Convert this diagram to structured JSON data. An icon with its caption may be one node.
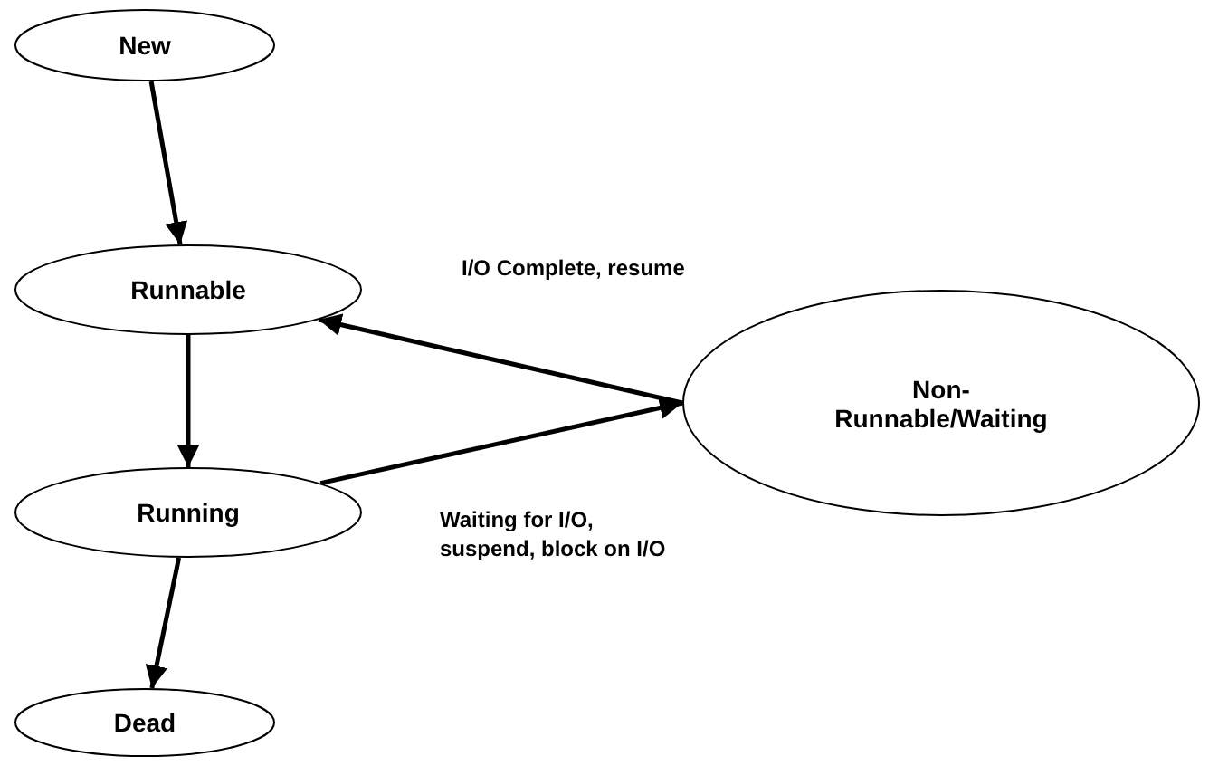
{
  "diagram": {
    "nodes": [
      {
        "text": [
          "New"
        ]
      },
      {
        "text": [
          "Runnable"
        ]
      },
      {
        "text": [
          "Running"
        ]
      },
      {
        "text": [
          "Dead"
        ]
      },
      {
        "text": [
          "Non-Runnable/Waiting"
        ]
      }
    ],
    "edges": [
      {
        "from": 0,
        "to": 1,
        "arrow": "to"
      },
      {
        "from": 1,
        "to": 2,
        "arrow": "to"
      },
      {
        "from": 2,
        "to": 3,
        "arrow": "to"
      },
      {
        "from": 4,
        "to": 1,
        "arrow": "to",
        "label": "I/O Complete, resume"
      },
      {
        "from": 2,
        "to": 4,
        "arrow": "to",
        "label": "Waiting for I/O, suspend, block on I/O"
      }
    ]
  }
}
